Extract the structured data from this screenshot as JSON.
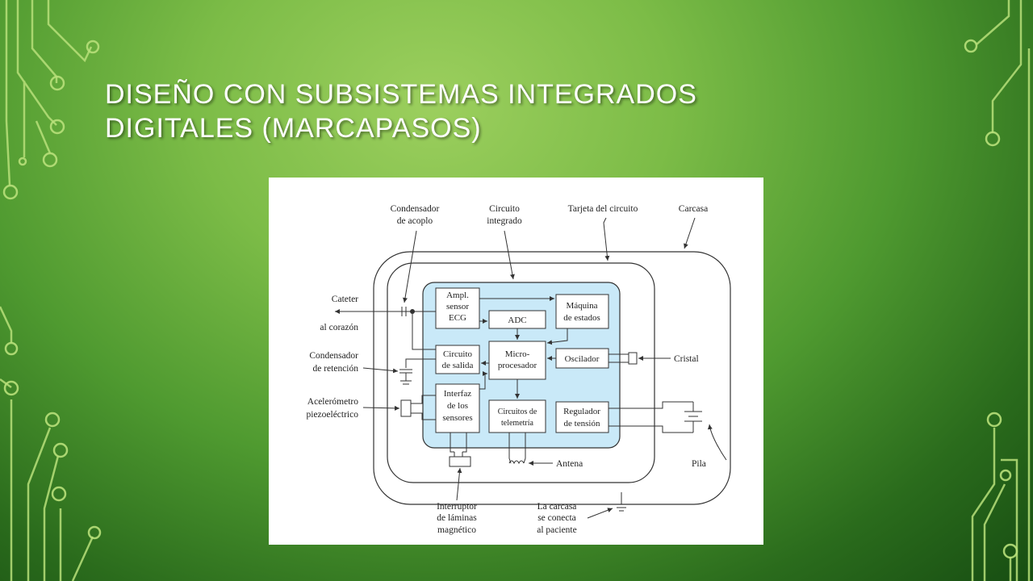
{
  "slide": {
    "title_line1": "DISEÑO CON SUBSISTEMAS INTEGRADOS",
    "title_line2": "DIGITALES (MARCAPASOS)"
  },
  "colors": {
    "chip_fill": "#c9e9f8",
    "text_white": "#ffffff"
  },
  "diagram": {
    "labels": {
      "condensador_acoplo_1": "Condensador",
      "condensador_acoplo_2": "de acoplo",
      "circuito_integrado_1": "Circuito",
      "circuito_integrado_2": "integrado",
      "tarjeta": "Tarjeta del circuito",
      "carcasa": "Carcasa",
      "cateter_1": "Cateter",
      "cateter_2": "al corazón",
      "cond_retencion_1": "Condensador",
      "cond_retencion_2": "de retención",
      "acelerometro_1": "Acelerómetro",
      "acelerometro_2": "piezoeléctrico",
      "cristal": "Cristal",
      "pila": "Pila",
      "antena": "Antena",
      "interruptor_1": "Interruptor",
      "interruptor_2": "de láminas",
      "interruptor_3": "magnético",
      "carcasa_paciente_1": "La carcasa",
      "carcasa_paciente_2": "se conecta",
      "carcasa_paciente_3": "al paciente"
    },
    "blocks": {
      "ampl_1": "Ampl.",
      "ampl_2": "sensor",
      "ampl_3": "ECG",
      "adc": "ADC",
      "maquina_1": "Máquina",
      "maquina_2": "de estados",
      "salida_1": "Circuito",
      "salida_2": "de salida",
      "micro_1": "Micro-",
      "micro_2": "procesador",
      "oscilador": "Oscilador",
      "interfaz_1": "Interfaz",
      "interfaz_2": "de los",
      "interfaz_3": "sensores",
      "telemetria_1": "Circuitos de",
      "telemetria_2": "telemetría",
      "regulador_1": "Regulador",
      "regulador_2": "de tensión"
    }
  }
}
